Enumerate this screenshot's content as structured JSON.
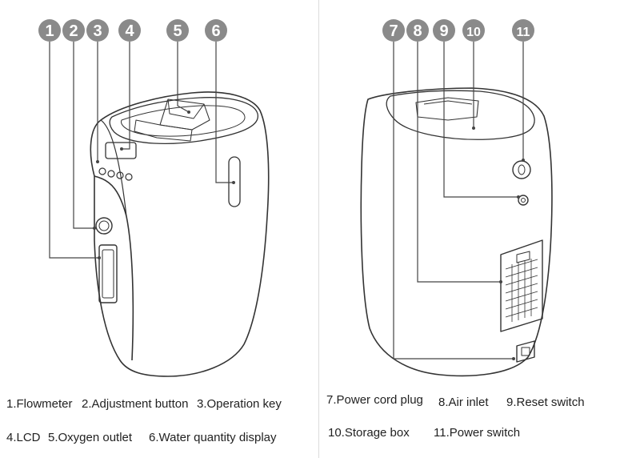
{
  "callouts": [
    "1",
    "2",
    "3",
    "4",
    "5",
    "6",
    "7",
    "8",
    "9",
    "10",
    "11"
  ],
  "legend": {
    "left_row1": [
      "1.Flowmeter",
      "2.Adjustment button",
      "3.Operation key"
    ],
    "left_row2": [
      "4.LCD",
      "5.Oxygen outlet",
      "6.Water quantity display"
    ],
    "right_row1": [
      "7.Power cord plug",
      "8.Air inlet",
      "9.Reset switch"
    ],
    "right_row2": [
      "10.Storage box",
      "11.Power switch"
    ]
  },
  "colors": {
    "callout_fill": "#8a8a8a",
    "line": "#444444",
    "caption": "#222222"
  }
}
